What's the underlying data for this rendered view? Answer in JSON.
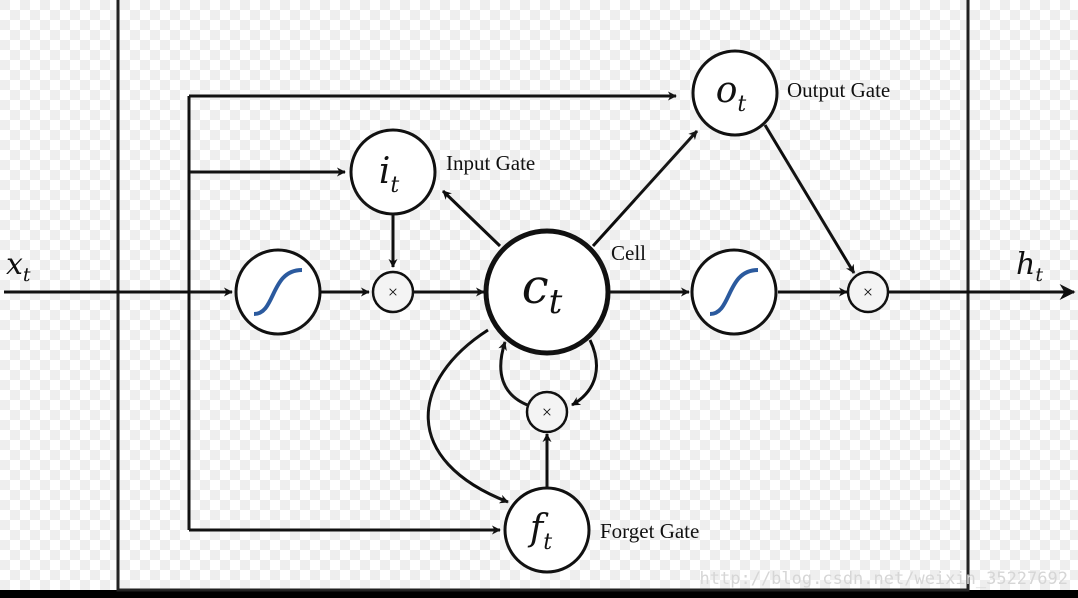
{
  "diagram": {
    "input": {
      "symbol": "x",
      "subscript": "t"
    },
    "output": {
      "symbol": "h",
      "subscript": "t"
    },
    "input_gate": {
      "symbol": "i",
      "subscript": "t",
      "label": "Input Gate"
    },
    "output_gate": {
      "symbol": "o",
      "subscript": "t",
      "label": "Output Gate"
    },
    "forget_gate": {
      "symbol": "f",
      "subscript": "t",
      "label": "Forget Gate"
    },
    "cell": {
      "symbol": "c",
      "subscript": "t",
      "label": "Cell"
    },
    "multiply_symbol": "×"
  },
  "watermark": "http://blog.csdn.net/weixin_35227692",
  "colors": {
    "line": "#111111",
    "sigmoid_curve": "#2b5a9e",
    "grid_background": "#ffffff",
    "checker": "#eeeeee",
    "multiply_fill": "#f4f4f4"
  }
}
